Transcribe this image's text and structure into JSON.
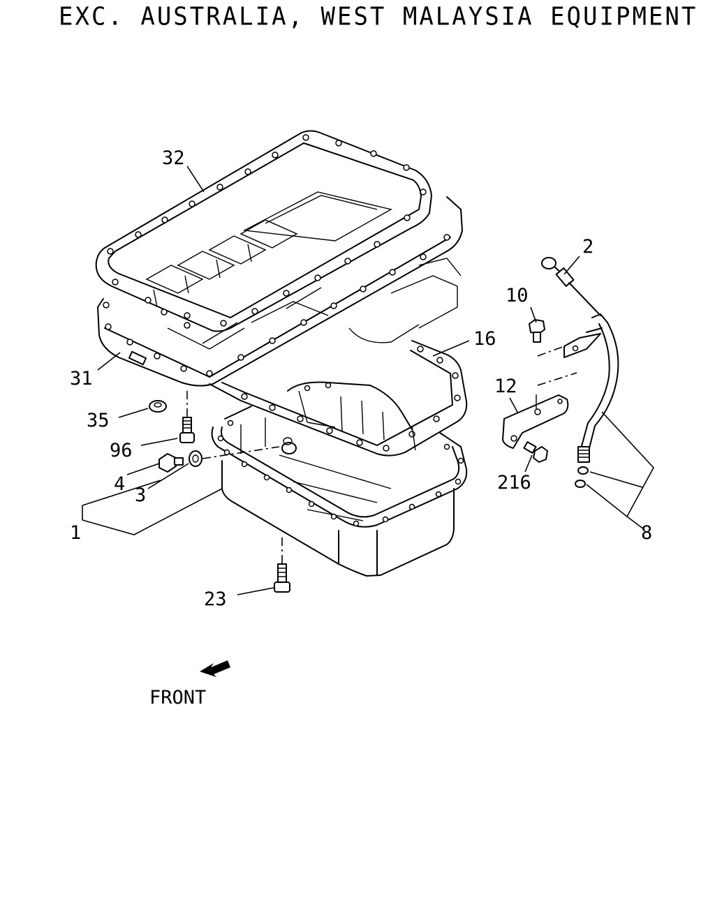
{
  "diagram": {
    "title": "EXC. AUSTRALIA, WEST MALAYSIA EQUIPMENT",
    "front_label": "FRONT",
    "callouts": {
      "c1": "1",
      "c2": "2",
      "c3": "3",
      "c4": "4",
      "c8": "8",
      "c10": "10",
      "c12": "12",
      "c16": "16",
      "c23": "23",
      "c31": "31",
      "c32": "32",
      "c35": "35",
      "c96": "96",
      "c216": "216"
    },
    "icons": {
      "front_arrow": "arrow-down-left-icon"
    }
  }
}
